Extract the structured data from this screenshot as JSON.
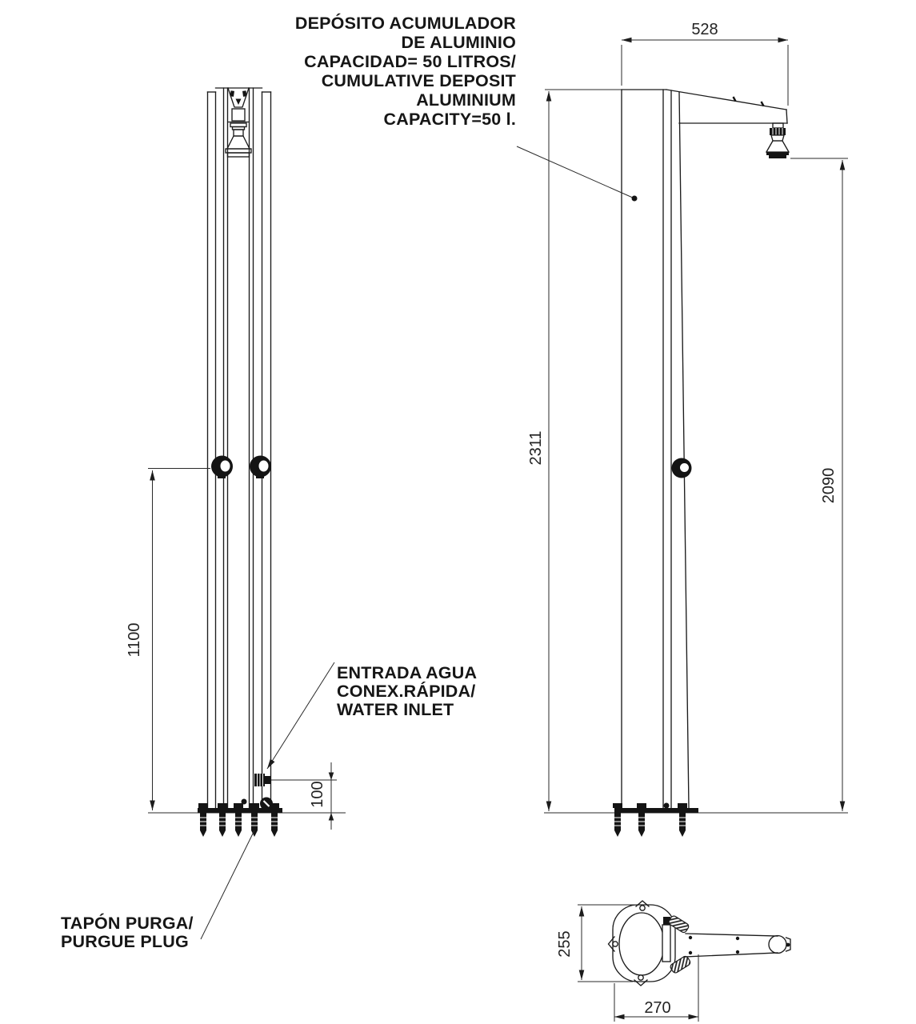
{
  "drawing": {
    "tank_note": {
      "lines": [
        "DEPÓSITO ACUMULADOR",
        "DE ALUMINIO",
        "CAPACIDAD= 50 LITROS/",
        "CUMULATIVE DEPOSIT",
        "ALUMINIUM",
        "CAPACITY=50 l."
      ]
    },
    "water_inlet_note": {
      "lines": [
        "ENTRADA AGUA",
        "CONEX.RÁPIDA/",
        "WATER INLET"
      ]
    },
    "purge_note": {
      "lines": [
        "TAPÓN PURGA/",
        "PURGUE PLUG"
      ]
    },
    "dimensions": {
      "arm_reach": "528",
      "overall_height": "2311",
      "shower_head_height": "2090",
      "valve_height": "1100",
      "inlet_height": "100",
      "base_depth": "255",
      "base_width": "270"
    },
    "colors": {
      "ink": "#1c1c1c",
      "paper": "#ffffff"
    }
  }
}
